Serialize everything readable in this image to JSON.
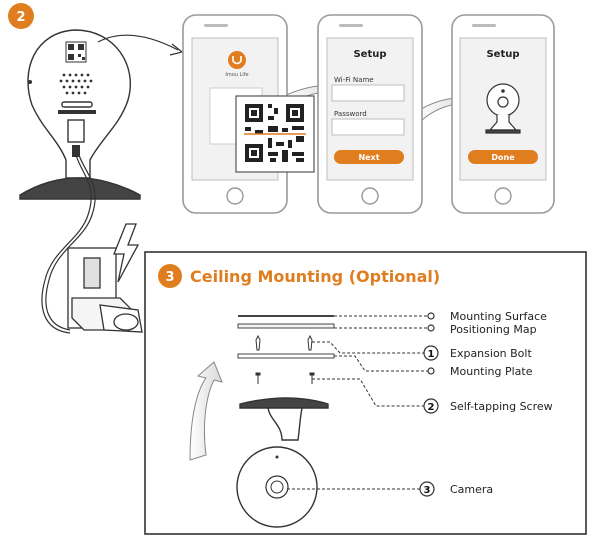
{
  "step2": {
    "badge": "2"
  },
  "phone1": {
    "app_name": "Imou Life"
  },
  "phone2": {
    "title": "Setup",
    "field1_label": "Wi-Fi Name",
    "field2_label": "Password",
    "button": "Next"
  },
  "phone3": {
    "title": "Setup",
    "button": "Done"
  },
  "step3": {
    "badge": "3",
    "title": "Ceiling Mounting (Optional)"
  },
  "parts": [
    {
      "number": "",
      "label": "Mounting Surface"
    },
    {
      "number": "",
      "label": "Positioning Map"
    },
    {
      "number": "1",
      "label": "Expansion Bolt"
    },
    {
      "number": "",
      "label": "Mounting Plate"
    },
    {
      "number": "2",
      "label": "Self-tapping Screw"
    },
    {
      "number": "3",
      "label": "Camera"
    }
  ],
  "colors": {
    "accent": "#e07d1f",
    "phone_outline": "#9a9a9a",
    "screen": "#f2f2f2",
    "line": "#333333"
  }
}
